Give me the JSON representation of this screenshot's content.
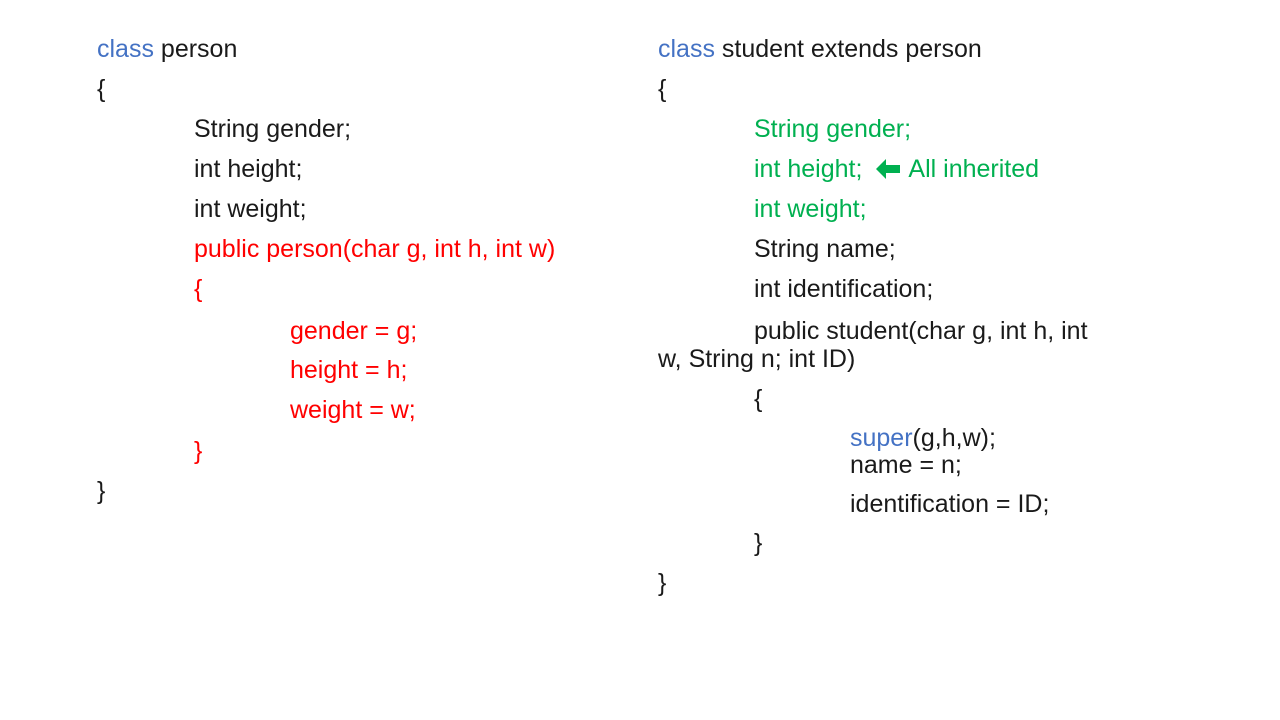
{
  "colors": {
    "keyword": "#4472c4",
    "constructor": "#ff0000",
    "inherited": "#00b050",
    "text": "#1a1a1a"
  },
  "left": {
    "kw": "class",
    "decl": " person",
    "open": "{",
    "f1": "String gender;",
    "f2": "int height;",
    "f3": "int weight;",
    "ctor": "public person(char g, int h, int w)",
    "ctor_open": "{",
    "a1": "gender = g;",
    "a2": "height = h;",
    "a3": "weight = w;",
    "ctor_close": "}",
    "close": "}"
  },
  "right": {
    "kw": "class",
    "decl": " student extends person",
    "open": "{",
    "inh1": "String gender;",
    "inh2": "int height;",
    "annotation": "All inherited",
    "annotation_icon": "left-arrow-icon",
    "inh3": "int weight;",
    "f4": "String name;",
    "f5": "int identification;",
    "ctor1": "public student(char g, int h, int",
    "ctor2": "w, String n; int ID)",
    "ctor_open": "{",
    "super_kw": "super",
    "super_args": "(g,h,w);",
    "b1": "name = n;",
    "b2": "identification = ID;",
    "ctor_close": "}",
    "close": "}"
  }
}
